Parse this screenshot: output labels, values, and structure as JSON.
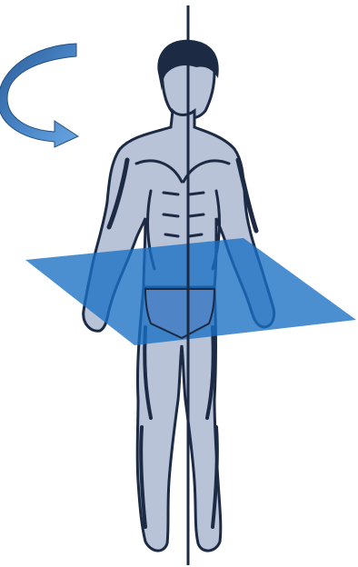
{
  "figure": {
    "icons": {
      "rotation": "curved-rotation-arrow-icon",
      "body": "human-body-figure",
      "plane": "transverse-plane",
      "axis": "longitudinal-axis"
    },
    "colors": {
      "background": "#ffffff",
      "plane": "#1a6fc4",
      "arrow_light": "#5b9ad8",
      "arrow_dark": "#2a5b95",
      "body_fill": "#b8c3d8",
      "body_outline": "#1c2a44",
      "axis": "#1c2a44"
    }
  }
}
